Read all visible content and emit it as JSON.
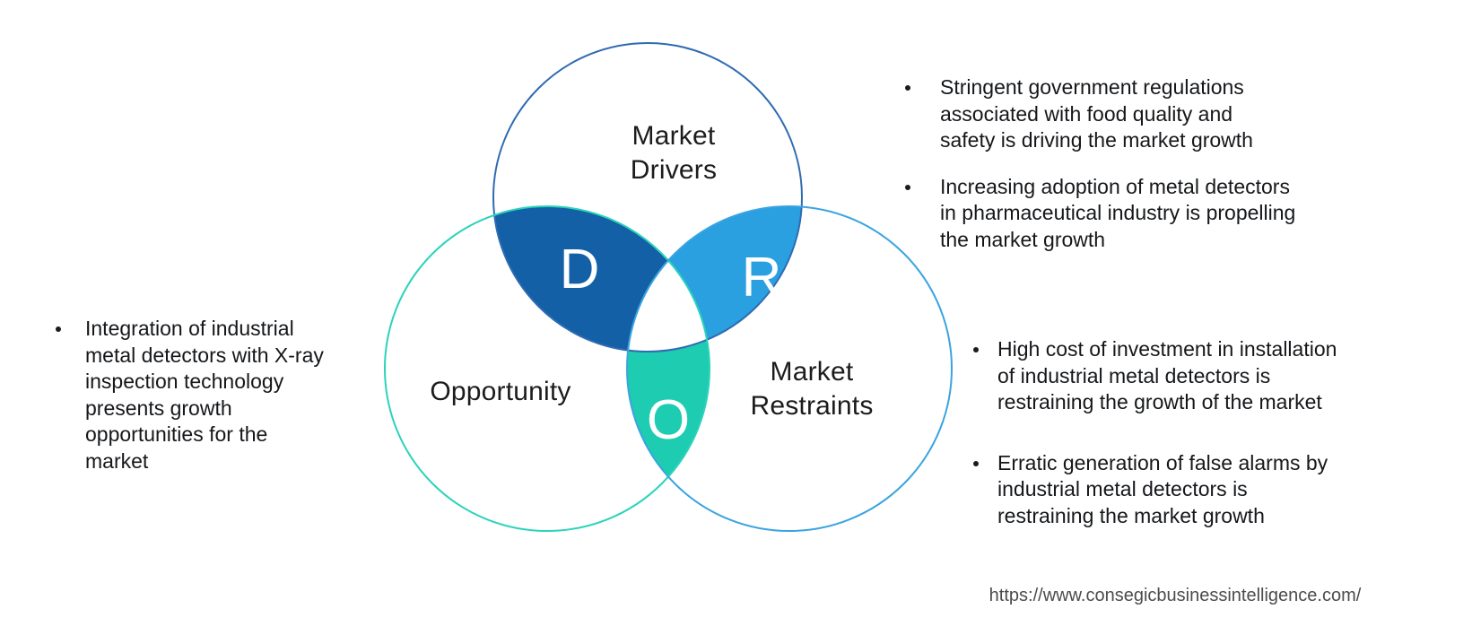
{
  "venn": {
    "circles": {
      "drivers": {
        "label": "Market\nDrivers",
        "outline_color": "#2f6bb2"
      },
      "opportunity": {
        "label": "Opportunity",
        "outline_color": "#2bd3ba"
      },
      "restraints": {
        "label": "Market\nRestraints",
        "outline_color": "#3aa4e0"
      }
    },
    "overlaps": {
      "drivers": {
        "letter": "D",
        "fill": "#1460a7"
      },
      "restraints": {
        "letter": "R",
        "fill": "#2aa0e0"
      },
      "opportunity": {
        "letter": "O",
        "fill": "#1eccb2"
      }
    }
  },
  "notes": {
    "opportunity_side": {
      "items": [
        "Integration of industrial\nmetal detectors with X-ray\ninspection technology\npresents growth\nopportunities for the\nmarket"
      ]
    },
    "drivers_side": {
      "items": [
        "Stringent government regulations\nassociated with food quality and\nsafety is driving the market growth",
        "Increasing adoption of metal detectors\nin pharmaceutical industry is propelling\nthe market growth"
      ]
    },
    "restraints_side": {
      "items": [
        "High cost of investment in installation\nof industrial metal detectors is\nrestraining the growth of the market",
        "Erratic generation of false alarms by\nindustrial metal detectors is\nrestraining the market growth"
      ]
    }
  },
  "footer": {
    "source_url": "https://www.consegicbusinessintelligence.com/"
  }
}
